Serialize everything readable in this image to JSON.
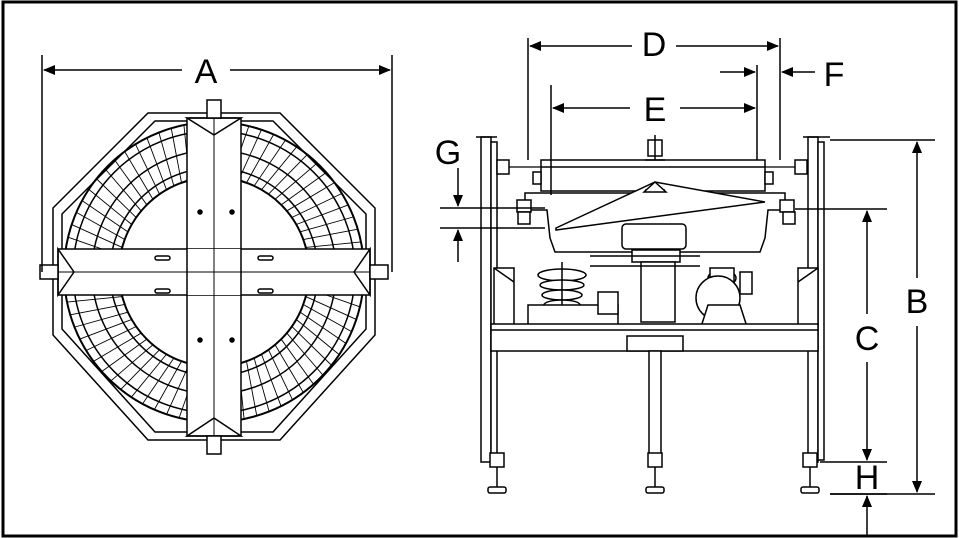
{
  "labels": {
    "a": "A",
    "b": "B",
    "c": "C",
    "d": "D",
    "e": "E",
    "f": "F",
    "g": "G",
    "h": "H"
  },
  "colors": {
    "line": "#000000",
    "fill_light": "#e6e6e6",
    "fill_mid": "#cfcfcf",
    "background": "#ffffff"
  }
}
